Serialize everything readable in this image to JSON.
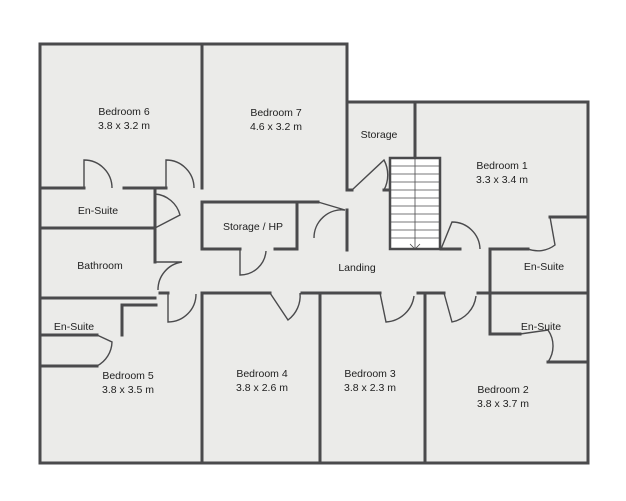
{
  "colors": {
    "floor": "#ebebe9",
    "wall": "#4a4a4c",
    "door": "#4a4a4c",
    "text": "#1e1e1e"
  },
  "rooms": {
    "bedroom6": {
      "name": "Bedroom 6",
      "dims": "3.8 x 3.2 m"
    },
    "bedroom7": {
      "name": "Bedroom 7",
      "dims": "4.6 x 3.2 m"
    },
    "storage_top": {
      "name": "Storage"
    },
    "bedroom1": {
      "name": "Bedroom 1",
      "dims": "3.3 x 3.4 m"
    },
    "ensuite_left": {
      "name": "En-Suite"
    },
    "storage_hp": {
      "name": "Storage / HP"
    },
    "bathroom": {
      "name": "Bathroom"
    },
    "landing": {
      "name": "Landing"
    },
    "ensuite_right1": {
      "name": "En-Suite"
    },
    "ensuite_lower_left": {
      "name": "En-Suite"
    },
    "ensuite_right2": {
      "name": "En-Suite"
    },
    "bedroom5": {
      "name": "Bedroom 5",
      "dims": "3.8 x 3.5 m"
    },
    "bedroom4": {
      "name": "Bedroom 4",
      "dims": "3.8 x 2.6 m"
    },
    "bedroom3": {
      "name": "Bedroom 3",
      "dims": "3.8 x 2.3 m"
    },
    "bedroom2": {
      "name": "Bedroom 2",
      "dims": "3.8 x 3.7 m"
    }
  }
}
